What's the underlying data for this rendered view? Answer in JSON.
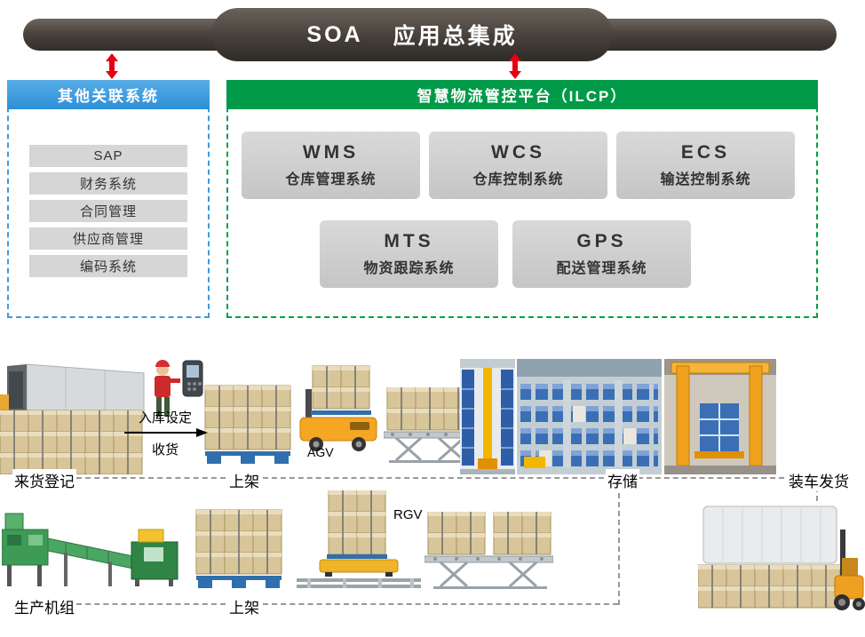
{
  "soa_bar": {
    "label_en": "SOA",
    "label_zh": "应用总集成"
  },
  "other_systems": {
    "header": "其他关联系统",
    "items": [
      "SAP",
      "财务系统",
      "合同管理",
      "供应商管理",
      "编码系统"
    ]
  },
  "platform": {
    "header": "智慧物流管控平台（ILCP）",
    "modules": [
      {
        "acronym": "WMS",
        "name": "仓库管理系统"
      },
      {
        "acronym": "WCS",
        "name": "仓库控制系统"
      },
      {
        "acronym": "ECS",
        "name": "输送控制系统"
      },
      {
        "acronym": "MTS",
        "name": "物资跟踪系统"
      },
      {
        "acronym": "GPS",
        "name": "配送管理系统"
      }
    ]
  },
  "flow": {
    "receive_label": "来货登记",
    "shelve_label_1": "上架",
    "storage_label": "存储",
    "ship_label": "装车发货",
    "production_label": "生产机组",
    "shelve_label_2": "上架",
    "inbound_setting_label": "入库设定",
    "receiving_label": "收货",
    "agv_label": "AGV",
    "rgv_label": "RGV"
  },
  "colors": {
    "soa_bar": "#453f38",
    "blue_header": "#3d9be0",
    "green_header": "#009a49",
    "module_gray": "#cecece",
    "arrow_red": "#e60012",
    "box_tan": "#d8c59a",
    "pallet_blue": "#2f6fad"
  }
}
